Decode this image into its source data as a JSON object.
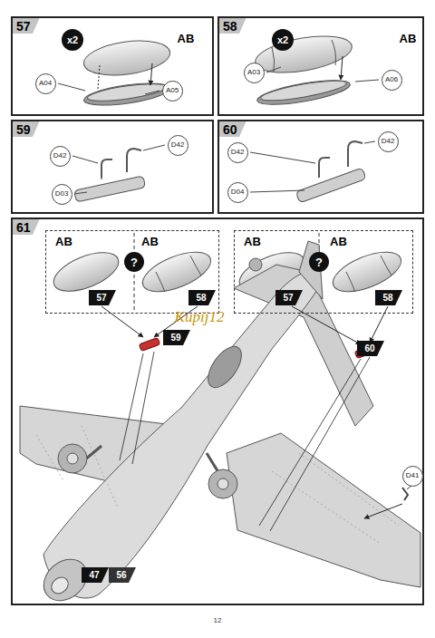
{
  "diagram": {
    "nodes": [
      {
        "text": [
          "57"
        ]
      },
      {
        "text": [
          "A04"
        ],
        "in": 0
      },
      {
        "text": [
          "A05"
        ],
        "in": 0
      },
      {
        "text": [
          "58"
        ]
      },
      {
        "text": [
          "A03"
        ],
        "in": 3
      },
      {
        "text": [
          "A06"
        ],
        "in": 3
      },
      {
        "text": [
          "59"
        ]
      },
      {
        "text": [
          "D42"
        ],
        "in": 6
      },
      {
        "text": [
          "D42"
        ],
        "in": 6
      },
      {
        "text": [
          "D03"
        ],
        "in": 6
      },
      {
        "text": [
          "60"
        ]
      },
      {
        "text": [
          "D42"
        ],
        "in": 10
      },
      {
        "text": [
          "D42"
        ],
        "in": 10
      },
      {
        "text": [
          "D04"
        ],
        "in": 10
      },
      {
        "text": [
          "61"
        ]
      },
      {
        "text": [
          "AB",
          "AB"
        ],
        "in": 14
      },
      {
        "text": [
          "AB",
          "AB"
        ],
        "in": 14
      },
      {
        "text": [
          "D41"
        ],
        "in": 14
      }
    ],
    "labels": [
      "x2",
      "AB",
      "x2",
      "AB",
      "?",
      "57",
      "58",
      "?",
      "57",
      "58",
      "59",
      "60",
      "Kupij12",
      "47",
      "56",
      "12"
    ]
  }
}
